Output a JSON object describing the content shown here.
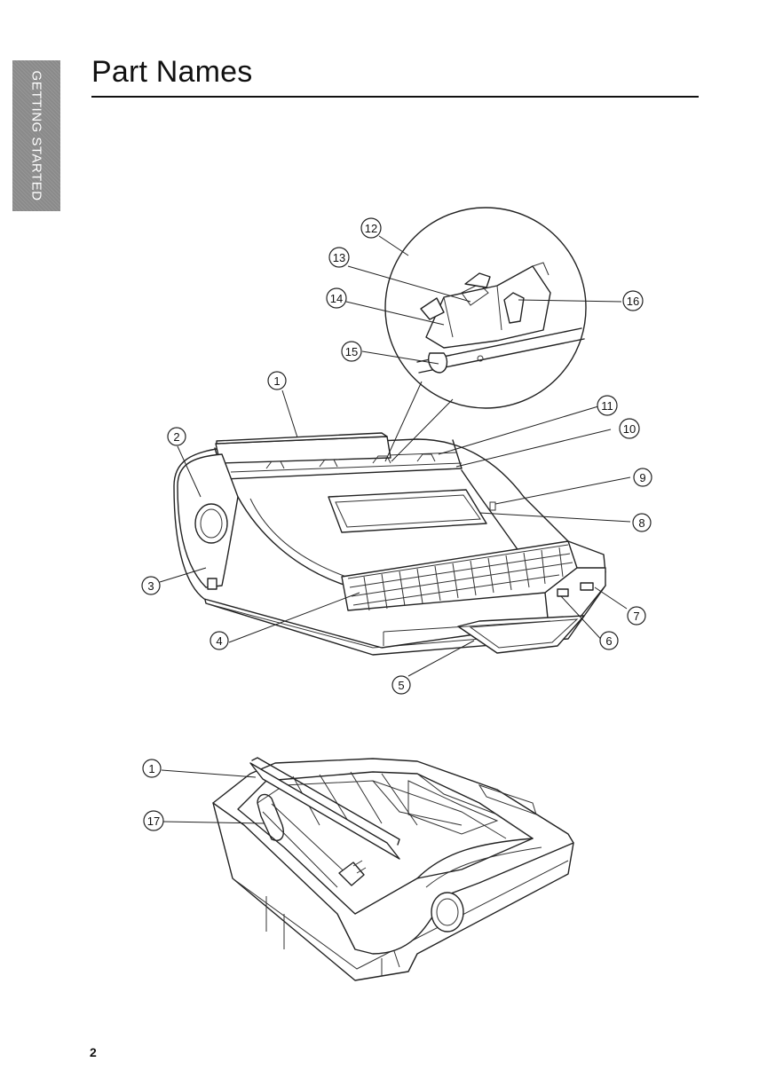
{
  "sidebar_tab": {
    "label": "GETTING STARTED"
  },
  "page": {
    "title": "Part Names",
    "number": "2"
  },
  "callouts_top": [
    "1",
    "2",
    "3",
    "4",
    "5",
    "6",
    "7",
    "8",
    "9",
    "10",
    "11",
    "12",
    "13",
    "14",
    "15",
    "16"
  ],
  "callouts_bottom": [
    "1",
    "17"
  ]
}
